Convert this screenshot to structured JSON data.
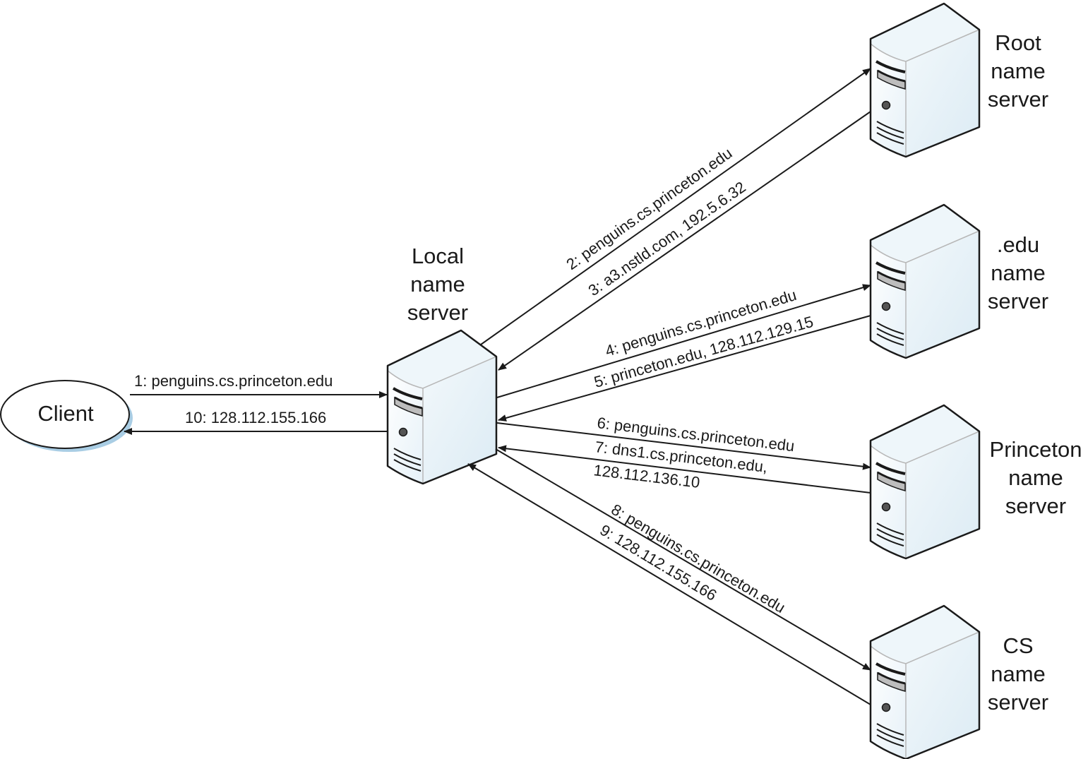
{
  "title": "DNS iterative name resolution",
  "colors": {
    "line": "#1a1a1a",
    "server_front": "#f4f9fc",
    "server_side": "#e3eff6",
    "server_top": "#eef6fa",
    "client_shadow": "#a9cde4"
  },
  "nodes": {
    "client": {
      "label": "Client",
      "icon": "ellipse"
    },
    "local": {
      "label_lines": [
        "Local",
        "name",
        "server"
      ],
      "icon": "server-tower-icon"
    },
    "root": {
      "label_lines": [
        "Root",
        "name",
        "server"
      ],
      "icon": "server-tower-icon"
    },
    "edu": {
      "label_lines": [
        ".edu",
        "name",
        "server"
      ],
      "icon": "server-tower-icon"
    },
    "princeton": {
      "label_lines": [
        "Princeton",
        "name",
        "server"
      ],
      "icon": "server-tower-icon"
    },
    "cs": {
      "label_lines": [
        "CS",
        "name",
        "server"
      ],
      "icon": "server-tower-icon"
    }
  },
  "messages": [
    {
      "step": 1,
      "from": "client",
      "to": "local",
      "text": "1: penguins.cs.princeton.edu"
    },
    {
      "step": 2,
      "from": "local",
      "to": "root",
      "text": "2: penguins.cs.princeton.edu"
    },
    {
      "step": 3,
      "from": "root",
      "to": "local",
      "text": "3: a3.nstld.com, 192.5.6.32"
    },
    {
      "step": 4,
      "from": "local",
      "to": "edu",
      "text": "4: penguins.cs.princeton.edu"
    },
    {
      "step": 5,
      "from": "edu",
      "to": "local",
      "text": "5: princeton.edu, 128.112.129.15"
    },
    {
      "step": 6,
      "from": "local",
      "to": "princeton",
      "text": "6: penguins.cs.princeton.edu"
    },
    {
      "step": 7,
      "from": "princeton",
      "to": "local",
      "text": "7: dns1.cs.princeton.edu,",
      "text2": "128.112.136.10"
    },
    {
      "step": 8,
      "from": "local",
      "to": "cs",
      "text": "8: penguins.cs.princeton.edu"
    },
    {
      "step": 9,
      "from": "cs",
      "to": "local",
      "text": "9: 128.112.155.166"
    },
    {
      "step": 10,
      "from": "local",
      "to": "client",
      "text": "10: 128.112.155.166"
    }
  ]
}
